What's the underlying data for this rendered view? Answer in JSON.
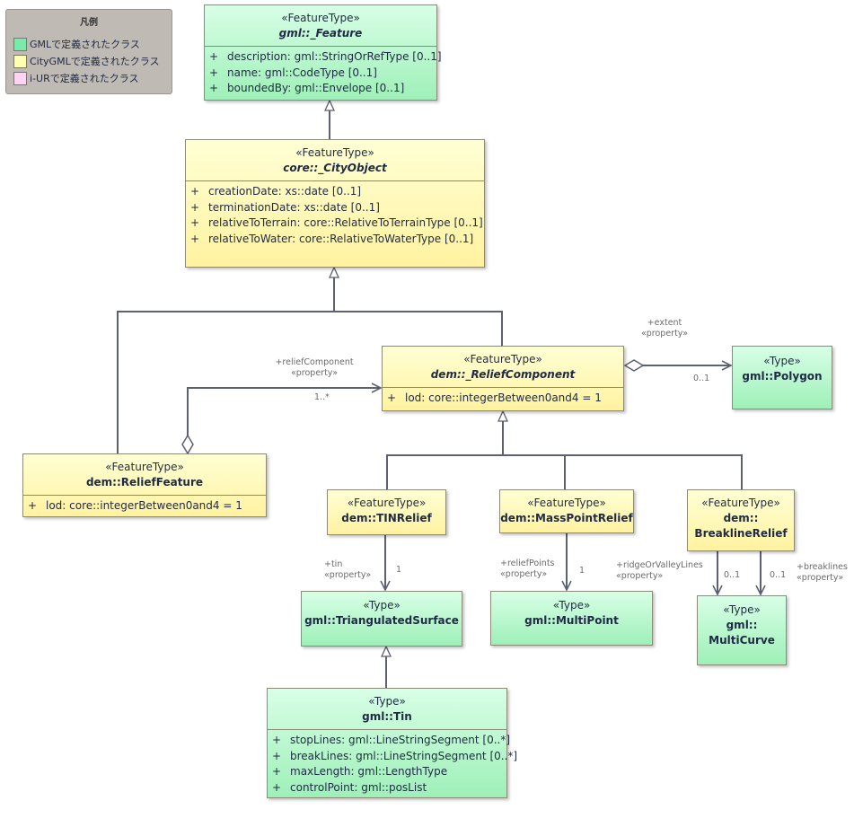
{
  "legend": {
    "title": "凡例",
    "items": [
      {
        "label": "GMLで定義されたクラス",
        "color": "#79eaa8"
      },
      {
        "label": "CityGMLで定義されたクラス",
        "color": "#ffffb4"
      },
      {
        "label": "i-URで定義されたクラス",
        "color": "#ffd4f2"
      }
    ]
  },
  "classes": {
    "gml_feature": {
      "stereotype": "«FeatureType»",
      "name": "gml::_Feature",
      "attributes": [
        "description: gml::StringOrRefType [0..1]",
        "name: gml::CodeType [0..1]",
        "boundedBy: gml::Envelope [0..1]"
      ]
    },
    "city_object": {
      "stereotype": "«FeatureType»",
      "name": "core::_CityObject",
      "attributes": [
        "creationDate: xs::date [0..1]",
        "terminationDate: xs::date [0..1]",
        "relativeToTerrain: core::RelativeToTerrainType [0..1]",
        "relativeToWater: core::RelativeToWaterType [0..1]"
      ]
    },
    "relief_component": {
      "stereotype": "«FeatureType»",
      "name": "dem::_ReliefComponent",
      "attributes": [
        "lod: core::integerBetween0and4 = 1"
      ]
    },
    "relief_feature": {
      "stereotype": "«FeatureType»",
      "name": "dem::ReliefFeature",
      "attributes": [
        "lod: core::integerBetween0and4 = 1"
      ]
    },
    "polygon": {
      "stereotype": "«Type»",
      "name": "gml::Polygon"
    },
    "tin_relief": {
      "stereotype": "«FeatureType»",
      "name": "dem::TINRelief"
    },
    "mass_point_relief": {
      "stereotype": "«FeatureType»",
      "name": "dem::MassPointRelief"
    },
    "breakline_relief": {
      "stereotype": "«FeatureType»",
      "name_line1": "dem::",
      "name_line2": "BreaklineRelief"
    },
    "triangulated_surface": {
      "stereotype": "«Type»",
      "name": "gml::TriangulatedSurface"
    },
    "multi_point": {
      "stereotype": "«Type»",
      "name": "gml::MultiPoint"
    },
    "multi_curve": {
      "stereotype": "«Type»",
      "name_line1": "gml::",
      "name_line2": "MultiCurve"
    },
    "tin": {
      "stereotype": "«Type»",
      "name": "gml::Tin",
      "attributes": [
        "stopLines: gml::LineStringSegment [0..*]",
        "breakLines: gml::LineStringSegment [0..*]",
        "maxLength: gml::LengthType",
        "controlPoint: gml::posList"
      ]
    }
  },
  "attribute_marker": "+",
  "associations": {
    "relief_component": {
      "role": "+reliefComponent",
      "stereotype": "«property»",
      "multiplicity": "1..*"
    },
    "extent": {
      "role": "+extent",
      "stereotype": "«property»",
      "multiplicity": "0..1"
    },
    "tin": {
      "role": "+tin",
      "stereotype": "«property»",
      "multiplicity": "1"
    },
    "relief_points": {
      "role": "+reliefPoints",
      "stereotype": "«property»",
      "multiplicity": "1"
    },
    "ridge_or_valley_lines": {
      "role": "+ridgeOrValleyLines",
      "stereotype": "«property»",
      "multiplicity": "0..1"
    },
    "breaklines": {
      "role": "+breaklines",
      "stereotype": "«property»",
      "multiplicity": "0..1"
    }
  }
}
